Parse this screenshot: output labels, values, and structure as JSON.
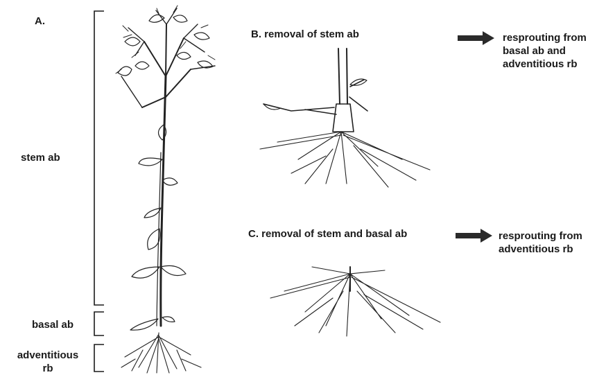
{
  "panel_a": {
    "letter": "A.",
    "brackets": {
      "stem": "stem ab",
      "basal": "basal ab",
      "adventitious_line1": "adventitious",
      "adventitious_line2": "rb"
    }
  },
  "panel_b": {
    "title": "B. removal of stem ab",
    "result_line1": "resprouting from",
    "result_line2": "basal ab and",
    "result_line3": "adventitious rb"
  },
  "panel_c": {
    "title": "C. removal of stem and basal ab",
    "result_line1": "resprouting from",
    "result_line2": "adventitious rb"
  },
  "colors": {
    "ink": "#1a1a1a",
    "arrow": "#2a2a2a",
    "background": "#ffffff"
  }
}
